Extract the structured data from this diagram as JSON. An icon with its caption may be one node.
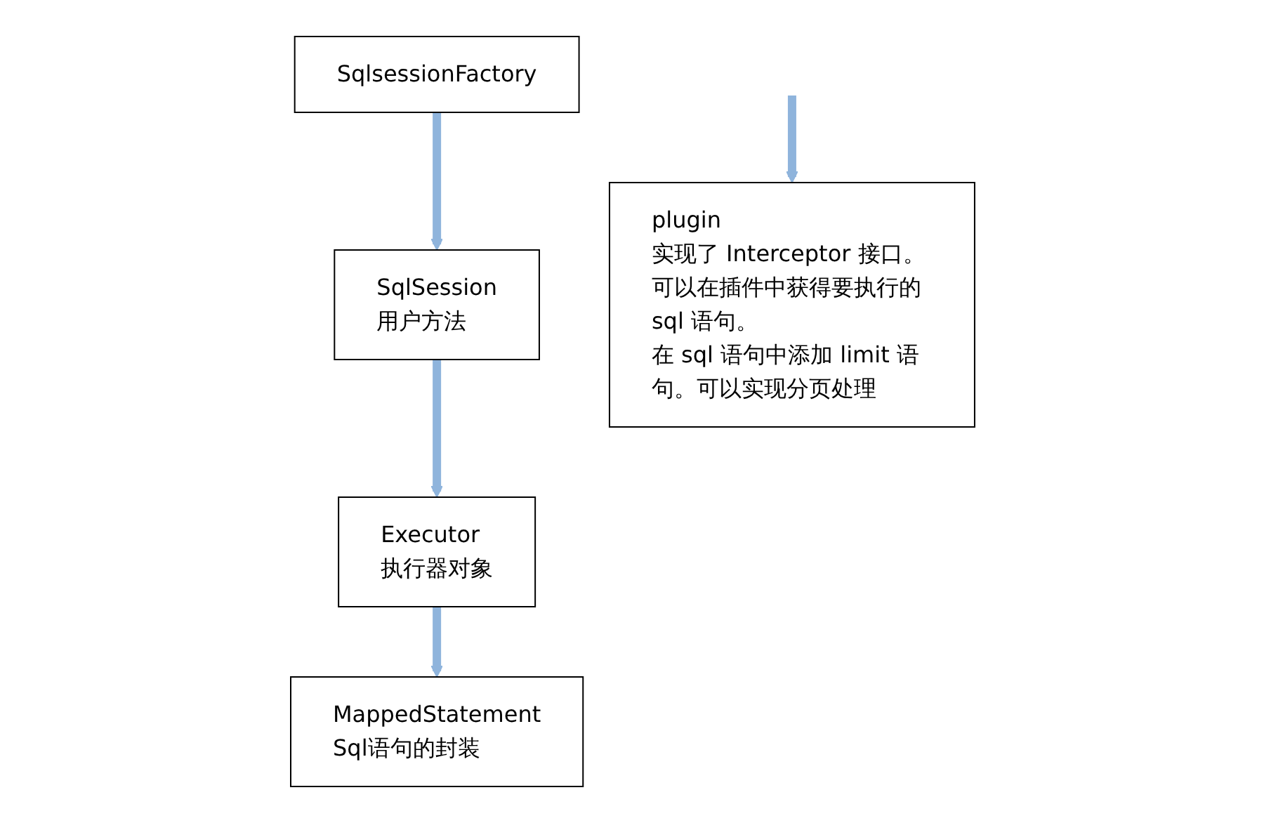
{
  "diagram": {
    "nodes": [
      {
        "text": [
          "SqlsessionFactory"
        ]
      },
      {
        "text": [
          "SqlSession",
          "用户方法"
        ]
      },
      {
        "text": [
          "Executor",
          "执行器对象"
        ]
      },
      {
        "text": [
          "MappedStatement",
          "Sql语句的封装"
        ]
      },
      {
        "text": [
          "plugin",
          "实现了 Interceptor 接口。",
          "可以在插件中获得要执行的 sql 语句。",
          "在 sql 语句中添加 limit 语句。可以实现分页处理"
        ]
      }
    ],
    "edges": [
      {
        "from": 0,
        "to": 1,
        "arrow": "to"
      },
      {
        "from": 1,
        "to": 2,
        "arrow": "to"
      },
      {
        "from": 2,
        "to": 3,
        "arrow": "to"
      },
      {
        "from": null,
        "to": 4,
        "arrow": "to"
      }
    ]
  }
}
